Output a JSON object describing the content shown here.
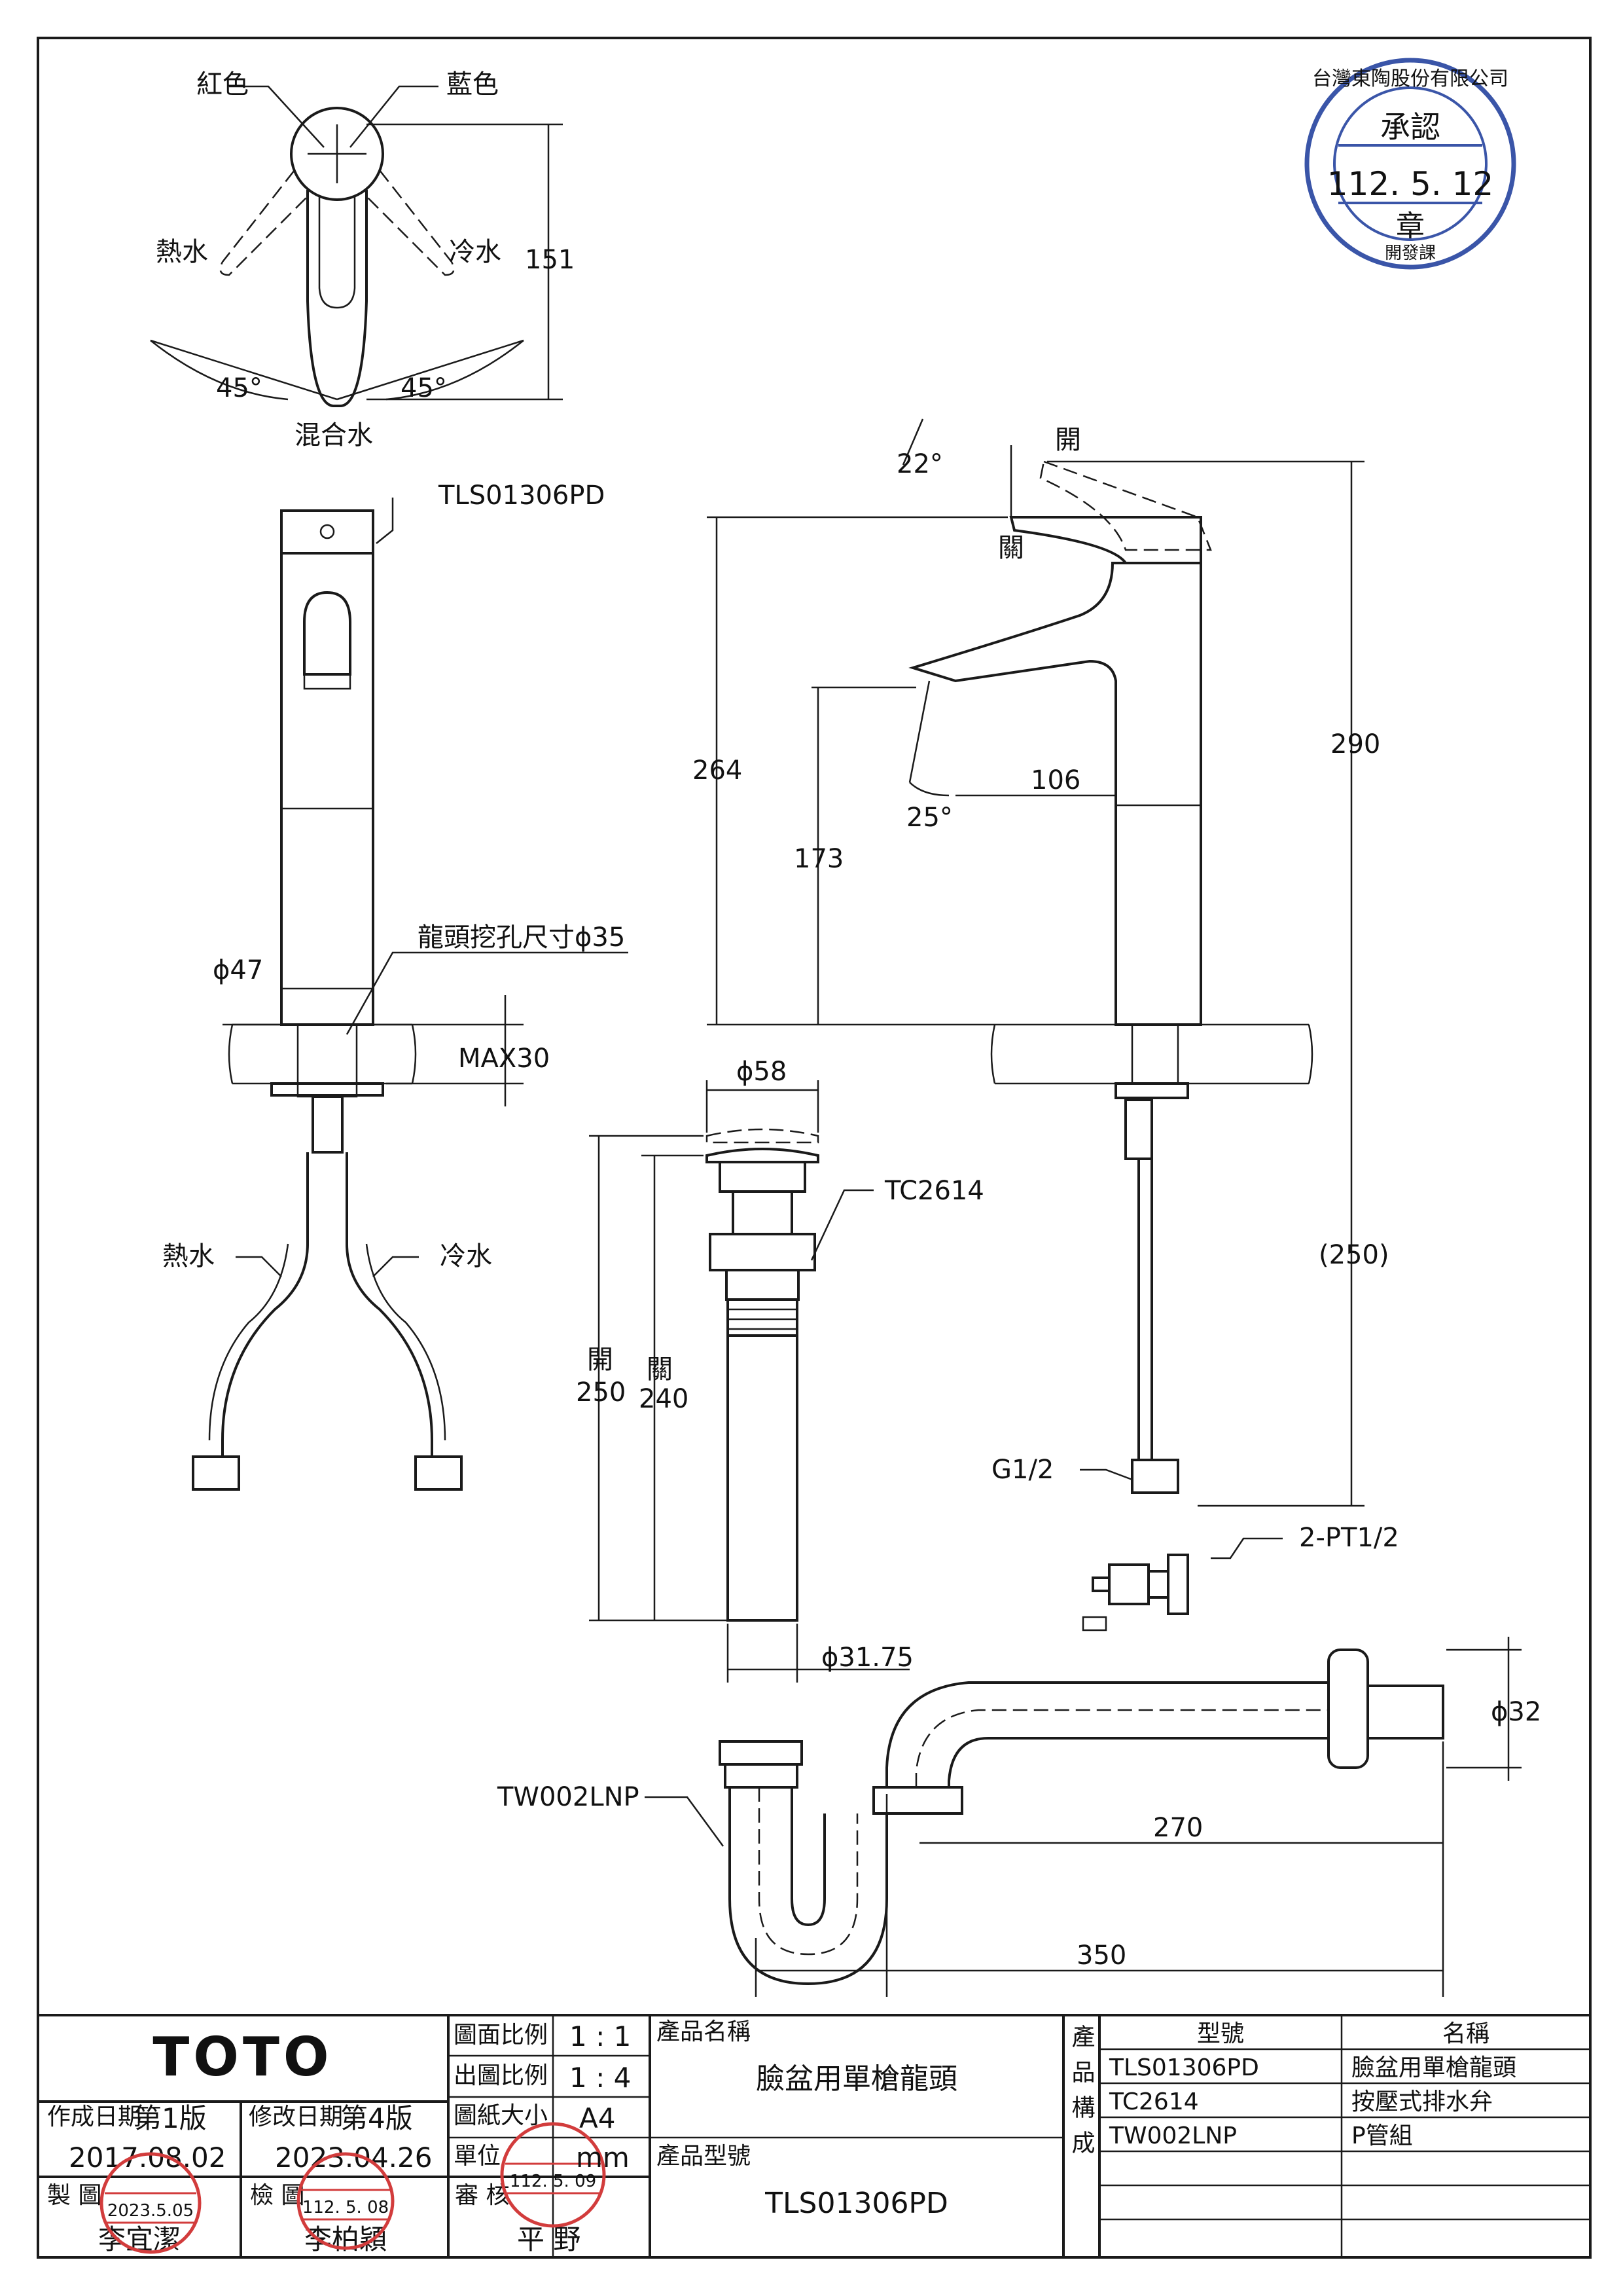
{
  "stamp_top": {
    "company": "台灣東陶股份有限公司",
    "title": "承認",
    "date": "112. 5. 12",
    "seal": "章",
    "footer": "開發課"
  },
  "top_view": {
    "red_label": "紅色",
    "blue_label": "藍色",
    "hot_label": "熱水",
    "cold_label": "冷水",
    "mix_label": "混合水",
    "angle_left": "45°",
    "angle_right": "45°",
    "dim_height": "151"
  },
  "front_view": {
    "model_label": "TLS01306PD",
    "hole_label": "龍頭挖孔尺寸ϕ35",
    "dia_label": "ϕ47",
    "max_label": "MAX30",
    "hot_label": "熱水",
    "cold_label": "冷水"
  },
  "side_view": {
    "open_label": "開",
    "close_label": "關",
    "angle_22": "22°",
    "angle_25": "25°",
    "dim_264": "264",
    "dim_290": "290",
    "dim_173": "173",
    "dim_106": "106",
    "dim_250p": "(250)",
    "g_label": "G1/2",
    "pt_label": "2-PT1/2"
  },
  "drain": {
    "dia_58": "ϕ58",
    "model_label": "TC2614",
    "open_label": "開",
    "close_label": "關",
    "dim_250": "250",
    "dim_240": "240",
    "dia_3175": "ϕ31.75"
  },
  "trap": {
    "model_label": "TW002LNP",
    "dia_32": "ϕ32",
    "dim_270": "270",
    "dim_350": "350"
  },
  "title_block": {
    "logo": "TOTO",
    "created_label": "作成日期",
    "created_version": "第1版",
    "created_date": "2017.08.02",
    "revised_label": "修改日期",
    "revised_version": "第4版",
    "revised_date": "2023.04.26",
    "drawn_label": "製 圖",
    "drawn_name": "李宜潔",
    "drawn_stamp": "2023.5.05",
    "checked_label": "檢 圖",
    "checked_name": "李柏穎",
    "checked_stamp": "112. 5. 08",
    "approved_label": "審 核",
    "approved_name": "平 野",
    "approved_stamp": "112. 5. 09",
    "scale_label": "圖面比例",
    "scale_value": "1 : 1",
    "out_scale_label": "出圖比例",
    "out_scale_value": "1 : 4",
    "paper_label": "圖紙大小",
    "paper_value": "A4",
    "unit_label": "單位",
    "unit_value": "mm",
    "product_name_label": "產品名稱",
    "product_name": "臉盆用單槍龍頭",
    "product_model_label": "產品型號",
    "product_model": "TLS01306PD",
    "composition_label": "產品構成",
    "col_model": "型號",
    "col_name": "名稱",
    "rows": [
      {
        "model": "TLS01306PD",
        "name": "臉盆用單槍龍頭"
      },
      {
        "model": "TC2614",
        "name": "按壓式排水弁"
      },
      {
        "model": "TW002LNP",
        "name": "P管組"
      }
    ]
  }
}
